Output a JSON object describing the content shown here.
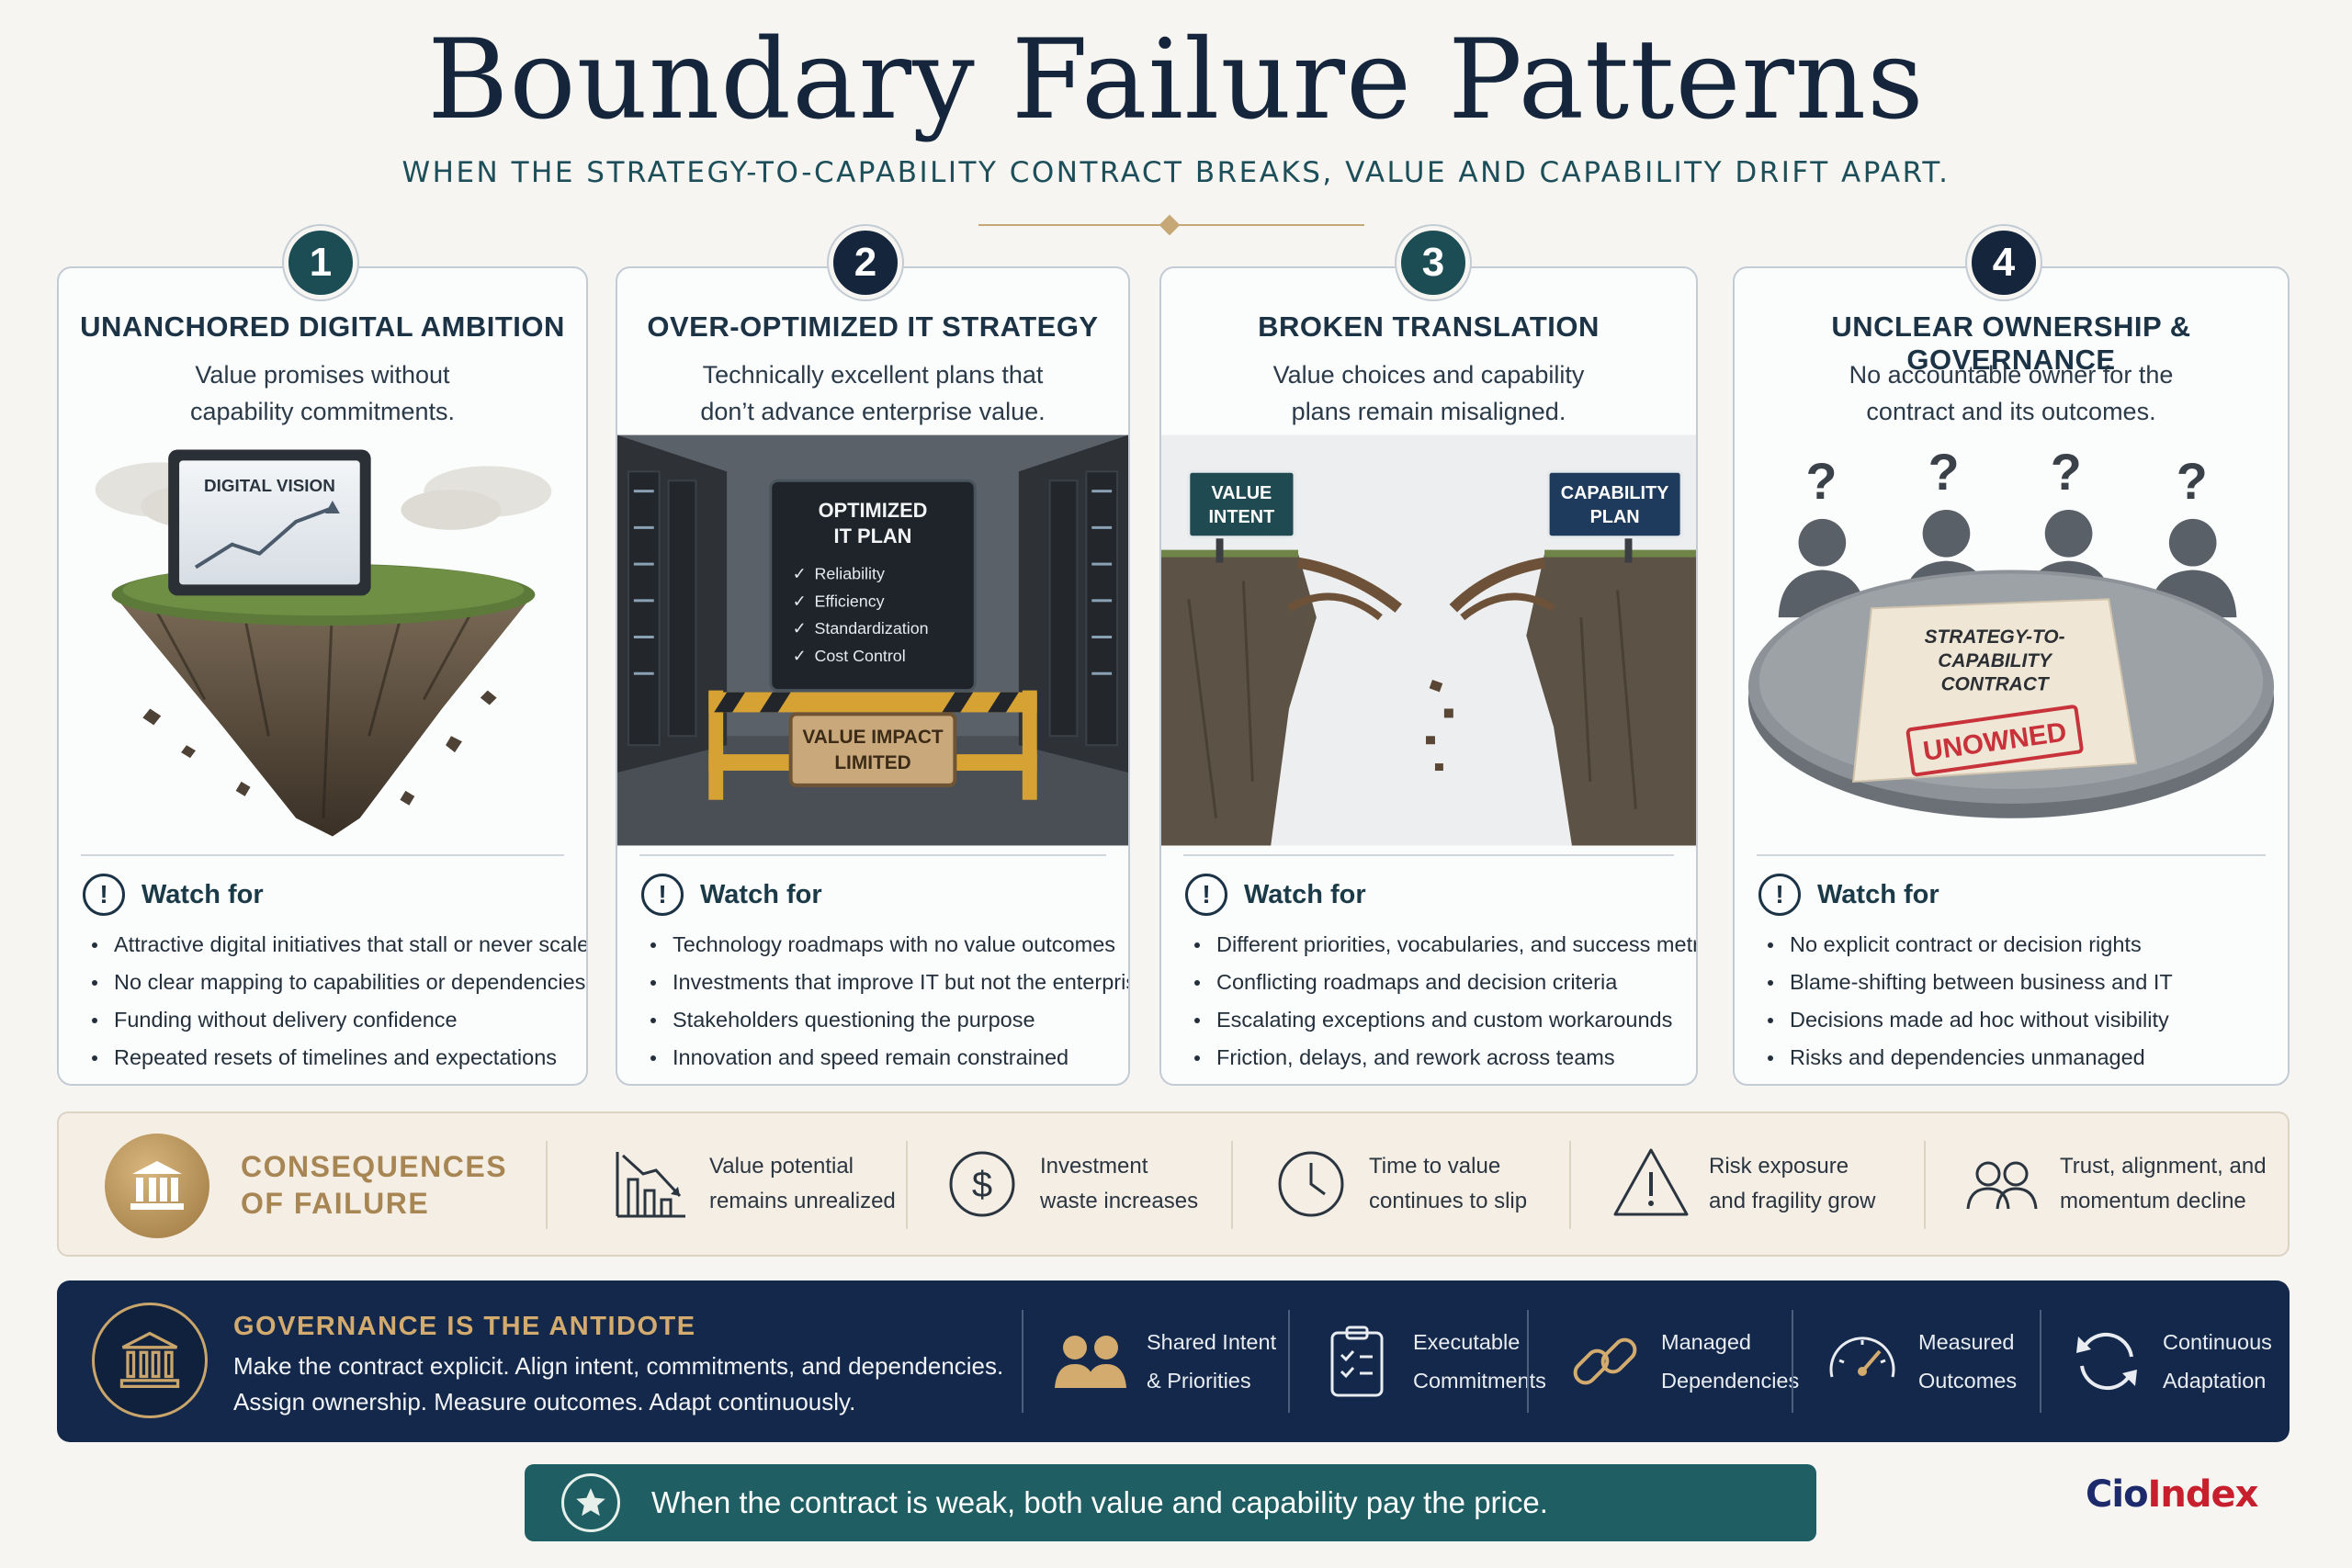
{
  "header": {
    "title": "Boundary Failure Patterns",
    "subtitle": "WHEN THE STRATEGY-TO-CAPABILITY CONTRACT BREAKS, VALUE AND CAPABILITY DRIFT APART."
  },
  "watch_label": "Watch for",
  "cards": [
    {
      "number": "1",
      "title": "UNANCHORED DIGITAL AMBITION",
      "desc1": "Value promises without",
      "desc2": "capability commitments.",
      "image_text": {
        "screen": "DIGITAL VISION"
      },
      "items": [
        "Attractive digital initiatives that stall or never scale",
        "No clear mapping to capabilities or dependencies",
        "Funding without delivery confidence",
        "Repeated resets of timelines and expectations"
      ]
    },
    {
      "number": "2",
      "title": "OVER-OPTIMIZED IT STRATEGY",
      "desc1": "Technically excellent plans that",
      "desc2": "don’t advance enterprise value.",
      "image_text": {
        "board_title_1": "OPTIMIZED",
        "board_title_2": "IT PLAN",
        "checks": [
          "Reliability",
          "Efficiency",
          "Standardization",
          "Cost Control"
        ],
        "sign_1": "VALUE IMPACT",
        "sign_2": "LIMITED"
      },
      "items": [
        "Technology roadmaps with no value outcomes",
        "Investments that improve IT but not the enterprise",
        "Stakeholders questioning the purpose",
        "Innovation and speed remain constrained"
      ]
    },
    {
      "number": "3",
      "title": "BROKEN TRANSLATION",
      "desc1": "Value choices and capability",
      "desc2": "plans remain misaligned.",
      "image_text": {
        "left_1": "VALUE",
        "left_2": "INTENT",
        "right_1": "CAPABILITY",
        "right_2": "PLAN"
      },
      "items": [
        "Different priorities, vocabularies, and success metrics",
        "Conflicting roadmaps and decision criteria",
        "Escalating exceptions and custom workarounds",
        "Friction, delays, and rework across teams"
      ]
    },
    {
      "number": "4",
      "title": "UNCLEAR OWNERSHIP & GOVERNANCE",
      "desc1": "No accountable owner for the",
      "desc2": "contract and its outcomes.",
      "image_text": {
        "doc_1": "STRATEGY-TO-",
        "doc_2": "CAPABILITY",
        "doc_3": "CONTRACT",
        "stamp": "UNOWNED",
        "q": "?"
      },
      "items": [
        "No explicit contract or decision rights",
        "Blame-shifting between business and IT",
        "Decisions made ad hoc without visibility",
        "Risks and dependencies unmanaged"
      ]
    }
  ],
  "consequences": {
    "title_1": "CONSEQUENCES",
    "title_2": "OF FAILURE",
    "items": [
      {
        "icon": "declining-chart-icon",
        "l1": "Value potential",
        "l2": "remains unrealized"
      },
      {
        "icon": "dollar-icon",
        "l1": "Investment",
        "l2": "waste increases"
      },
      {
        "icon": "clock-icon",
        "l1": "Time to value",
        "l2": "continues to slip"
      },
      {
        "icon": "warning-icon",
        "l1": "Risk exposure",
        "l2": "and fragility grow"
      },
      {
        "icon": "people-icon",
        "l1": "Trust, alignment, and",
        "l2": "momentum decline"
      }
    ]
  },
  "governance": {
    "title": "GOVERNANCE IS THE ANTIDOTE",
    "line1": "Make the contract explicit. Align intent, commitments, and dependencies.",
    "line2": "Assign ownership. Measure outcomes. Adapt continuously.",
    "items": [
      {
        "icon": "people-icon",
        "l1": "Shared Intent",
        "l2": "& Priorities"
      },
      {
        "icon": "clipboard-icon",
        "l1": "Executable",
        "l2": "Commitments"
      },
      {
        "icon": "link-icon",
        "l1": "Managed",
        "l2": "Dependencies"
      },
      {
        "icon": "gauge-icon",
        "l1": "Measured",
        "l2": "Outcomes"
      },
      {
        "icon": "refresh-icon",
        "l1": "Continuous",
        "l2": "Adaptation"
      }
    ]
  },
  "footer": {
    "text": "When the contract is weak, both value and capability pay the price."
  },
  "brand": {
    "part1": "Cio",
    "part2": "Index"
  },
  "colors": {
    "navy": "#15263c",
    "teal": "#1f5f63",
    "gold": "#c6a877",
    "brand_blue": "#1d2a6b",
    "brand_red": "#c71f2d",
    "stamp_red": "#c8323a"
  }
}
